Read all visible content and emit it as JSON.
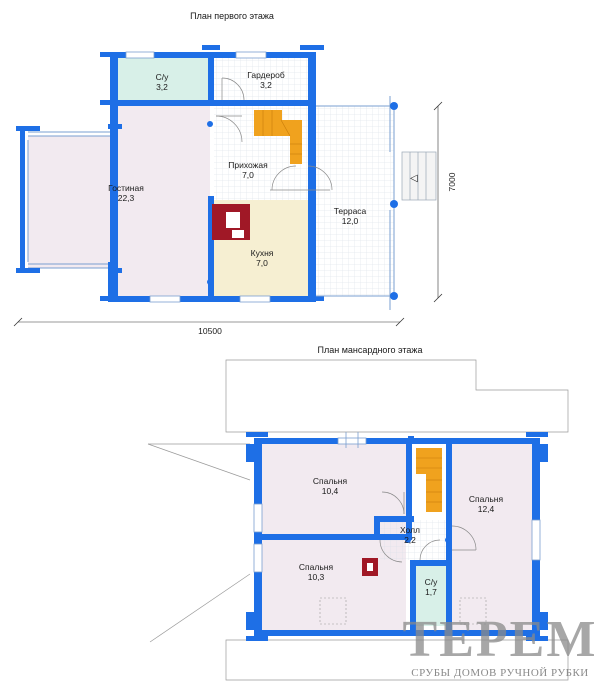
{
  "first_floor": {
    "title": "План первого этажа",
    "rooms": [
      {
        "name": "С/у",
        "area": "3,2"
      },
      {
        "name": "Гардероб",
        "area": "3,2"
      },
      {
        "name": "Гостиная",
        "area": "22,3"
      },
      {
        "name": "Прихожая",
        "area": "7,0"
      },
      {
        "name": "Кухня",
        "area": "7,0"
      },
      {
        "name": "Терраса",
        "area": "12,0"
      }
    ],
    "dim_width": "10500",
    "dim_height": "7000"
  },
  "attic_floor": {
    "title": "План мансардного этажа",
    "rooms": [
      {
        "name": "Спальня",
        "area": "10,4"
      },
      {
        "name": "Спальня",
        "area": "12,4"
      },
      {
        "name": "Холл",
        "area": "2,2"
      },
      {
        "name": "Спальня",
        "area": "10,3"
      },
      {
        "name": "С/у",
        "area": "1,7"
      }
    ]
  },
  "logo": {
    "name": "ТЕРЕМ",
    "tagline": "СРУБЫ ДОМОВ РУЧНОЙ РУБКИ"
  },
  "colors": {
    "wall": "#1e6fe6",
    "window_line": "#7a9fd0",
    "bathroom_fill": "#d8f0e8",
    "living_fill": "#f2eaf0",
    "kitchen_fill": "#f6efd2",
    "hall_fill": "#eef0f2",
    "terrace_fill": "#ecf0f4",
    "stairs": "#f0a21e",
    "stove": "#a01826",
    "roof": "#ffffff"
  }
}
